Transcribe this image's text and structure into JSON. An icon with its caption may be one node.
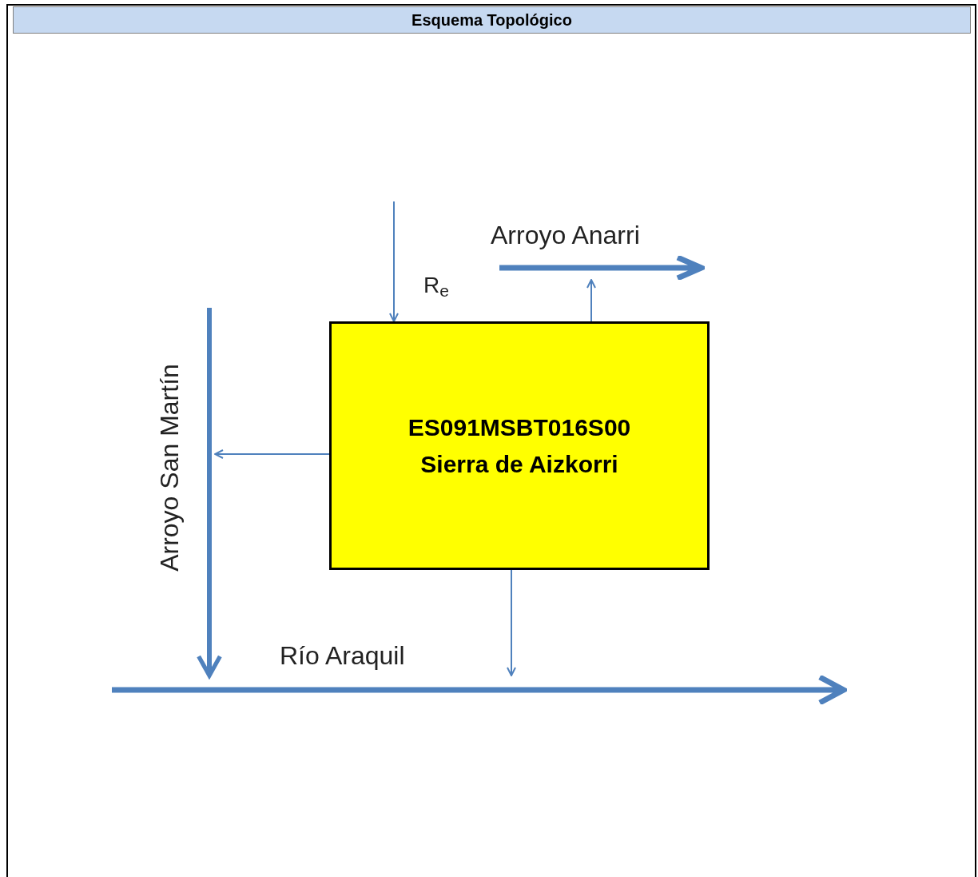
{
  "diagram": {
    "title": "Esquema Topológico",
    "nodes": [
      {
        "text": [
          "ES091MSBT016S00",
          "Sierra de Aizkorri"
        ]
      },
      {
        "text": [],
        "shape": "arrow",
        "beside": [
          "Arroyo Anarri"
        ]
      },
      {
        "text": [],
        "shape": "bar",
        "beside": [
          "Arroyo San Martín"
        ]
      },
      {
        "text": [],
        "shape": "arrow",
        "beside": [
          "Río Araquil"
        ]
      }
    ],
    "edges": [
      {
        "from": null,
        "to": 0,
        "arrow": "to",
        "label": "R$_{e}$"
      },
      {
        "from": 0,
        "to": 1,
        "arrow": "to"
      },
      {
        "from": 0,
        "to": 2,
        "arrow": "to"
      },
      {
        "from": 0,
        "to": 3,
        "arrow": "to"
      },
      {
        "from": 2,
        "to": 3,
        "arrow": "to",
        "style": "thick"
      }
    ]
  }
}
